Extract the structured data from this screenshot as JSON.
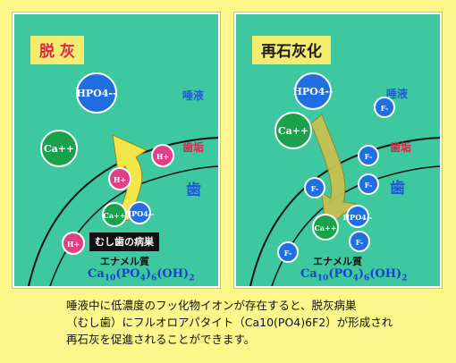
{
  "left_panel": {
    "title": "脱 灰",
    "saliva_label": "唾液",
    "plaque_label": "歯垢",
    "tooth_label": "歯",
    "lesion_label": "むし歯の病巣",
    "enamel_label": "エナメル質",
    "ions": [
      {
        "label": "HPO4--",
        "color": "#1f6fe0"
      },
      {
        "label": "Ca++",
        "color": "#1aa14c"
      },
      {
        "label": "H+",
        "color": "#e33f86"
      },
      {
        "label": "H+",
        "color": "#e33f86"
      },
      {
        "label": "Ca++",
        "color": "#1aa14c"
      },
      {
        "label": "HPO4--",
        "color": "#1f6fe0"
      },
      {
        "label": "H+",
        "color": "#e33f86"
      }
    ]
  },
  "right_panel": {
    "title": "再石灰化",
    "saliva_label": "唾液",
    "plaque_label": "歯垢",
    "tooth_label": "歯",
    "enamel_label": "エナメル質",
    "ions": [
      {
        "label": "HPO4--",
        "color": "#1f6fe0"
      },
      {
        "label": "Ca++",
        "color": "#1aa14c"
      },
      {
        "label": "F-",
        "color": "#1f6fe0"
      },
      {
        "label": "F-",
        "color": "#1f6fe0"
      },
      {
        "label": "F-",
        "color": "#1f6fe0"
      },
      {
        "label": "F-",
        "color": "#1f6fe0"
      },
      {
        "label": "HPO4--",
        "color": "#1f6fe0"
      },
      {
        "label": "Ca++",
        "color": "#1aa14c"
      },
      {
        "label": "F-",
        "color": "#1f6fe0"
      },
      {
        "label": "F-",
        "color": "#1f6fe0"
      }
    ]
  },
  "formula": {
    "ca": "Ca",
    "ca_sub": "10",
    "po4": "(PO",
    "po4_sub": "4",
    "close": ")",
    "n6": "6",
    "oh": "(OH)",
    "oh_sub": "2"
  },
  "caption": {
    "line1": "唾液中に低濃度のフッ化物イオンが存在すると、脱灰病巣",
    "line2": "（むし歯）にフルオロアパタイト（Ca10(PO4)6F2）が形成され",
    "line3": "再石灰を促進されることができます。"
  },
  "colors": {
    "background": "#fdf68a",
    "panel": "#3ec8a0",
    "arrow": "#f4e646",
    "blue_ion": "#1f6fe0",
    "green_ion": "#1aa14c",
    "pink_ion": "#e33f86"
  }
}
